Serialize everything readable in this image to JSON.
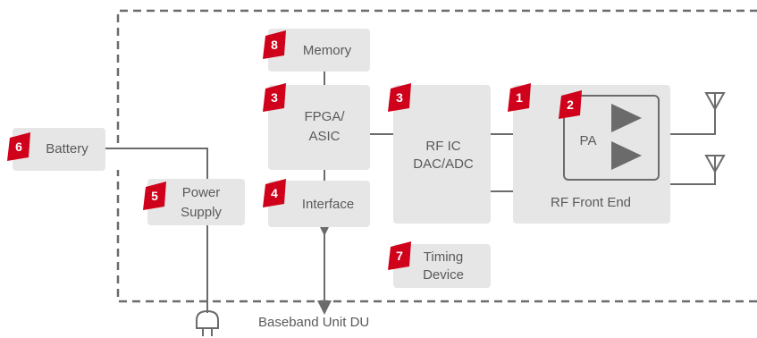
{
  "colors": {
    "badge": "#d0021b",
    "block": "#e6e6e6",
    "line": "#6b6b6b",
    "triangle": "#6b6b6b"
  },
  "blocks": {
    "memory": "Memory",
    "fpga_line1": "FPGA/",
    "fpga_line2": "ASIC",
    "interface": "Interface",
    "rfic_line1": "RF IC",
    "rfic_line2": "DAC/ADC",
    "timing_line1": "Timing",
    "timing_line2": "Device",
    "rf_front_end": "RF Front End",
    "pa": "PA",
    "battery": "Battery",
    "power_line1": "Power",
    "power_line2": "Supply"
  },
  "badges": {
    "memory": "8",
    "fpga": "3",
    "interface": "4",
    "rfic": "3",
    "timing": "7",
    "rf_front_end": "1",
    "pa": "2",
    "battery": "6",
    "power": "5"
  },
  "caption": "Baseband Unit DU",
  "icons": [
    "antenna-icon",
    "antenna-icon",
    "power-plug-icon",
    "amplifier-triangle-icon"
  ]
}
